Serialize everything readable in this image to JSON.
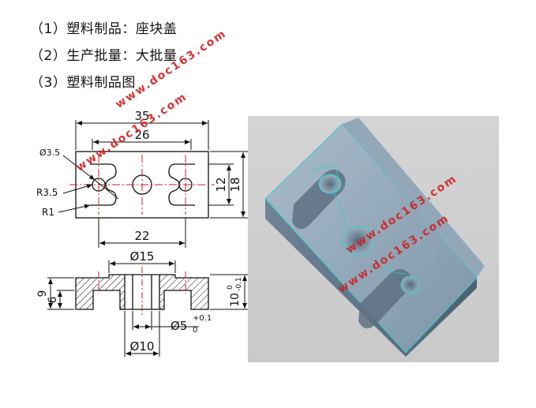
{
  "text_lines": [
    "（1）塑料制品：座块盖",
    "（2）生产批量：大批量",
    "（3）塑料制品图"
  ],
  "watermark": "www.doc163.com",
  "dimensions": {
    "d35": "35",
    "d26": "26",
    "d22": "22",
    "phi35": "Ø3.5",
    "r35": "R3.5",
    "r1": "R1",
    "d12": "12",
    "d18": "18",
    "phi15": "Ø15",
    "phi10": "Ø10",
    "phi5": "Ø5",
    "phi5_sub": "0",
    "phi5_sup": "+0.1",
    "d9": "9",
    "d6": "6",
    "d10": "10",
    "d10_sup": "0",
    "d10_sub": "-0.1"
  },
  "colors": {
    "ink": "#111111",
    "centerline": "#d21f1f",
    "watermark": "#d21f1f",
    "render_bg": "#cfcfcf",
    "part_face": "#8fa6b8",
    "part_dark": "#5f7485",
    "edge_cyan": "#35c9c9"
  }
}
